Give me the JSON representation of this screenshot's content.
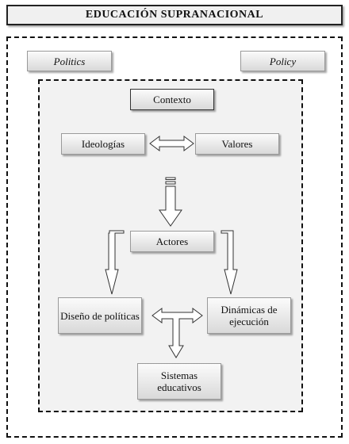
{
  "title": "EDUCACIÓN SUPRANACIONAL",
  "outer": {
    "politics_label": "Politics",
    "policy_label": "Policy"
  },
  "inner": {
    "contexto_label": "Contexto",
    "ideologias_label": "Ideologías",
    "valores_label": "Valores",
    "actores_label": "Actores",
    "diseno_label": "Diseño de políticas",
    "dinamicas_label": "Dinámicas de ejecución",
    "sistemas_label": "Sistemas educativos"
  }
}
